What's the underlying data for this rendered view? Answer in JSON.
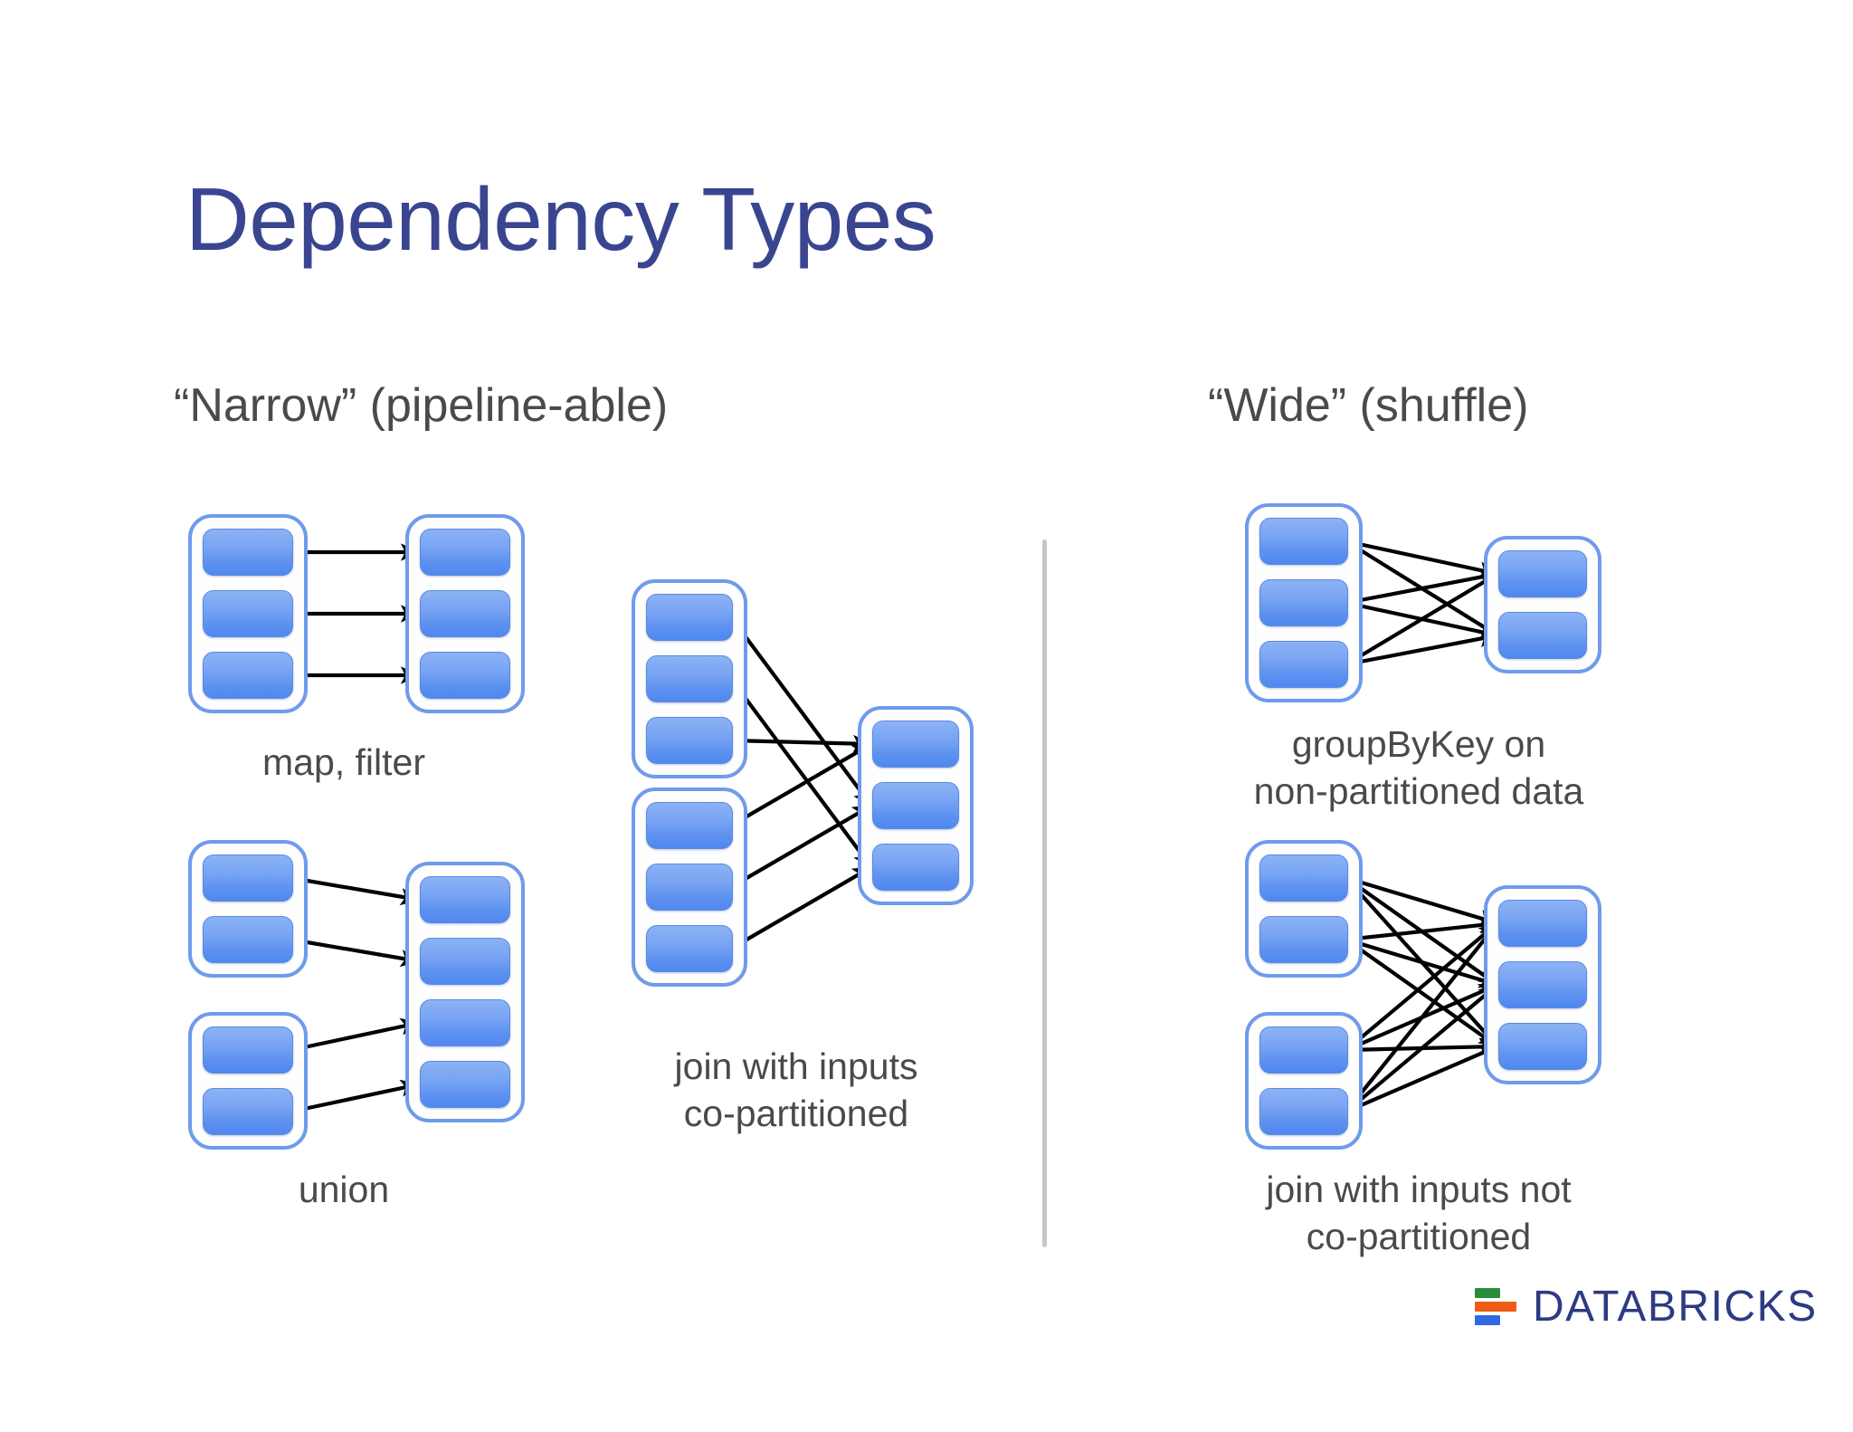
{
  "slide": {
    "title": "Dependency Types",
    "title_color": "#3a4590",
    "background_color": "#ffffff"
  },
  "columns": {
    "narrow": {
      "heading": "“Narrow” (pipeline-able)"
    },
    "wide": {
      "heading": "“Wide” (shuffle)"
    }
  },
  "palette": {
    "partition_fill_light": "#8db2f5",
    "partition_fill_dark": "#4f88ef",
    "partition_border": "#5b8ae4",
    "container_border": "#6f9bec",
    "arrow_color": "#000000",
    "caption_color": "#4a4a4c",
    "divider_color": "#c6c6ca"
  },
  "diagrams": [
    {
      "id": "map-filter",
      "caption": "map, filter",
      "column": "narrow",
      "source_groups": [
        3
      ],
      "target_groups": [
        3
      ],
      "edges": [
        [
          0,
          0
        ],
        [
          1,
          1
        ],
        [
          2,
          2
        ]
      ]
    },
    {
      "id": "union",
      "caption": "union",
      "column": "narrow",
      "source_groups": [
        2,
        2
      ],
      "target_groups": [
        4
      ],
      "edges": [
        [
          0,
          0
        ],
        [
          1,
          1
        ],
        [
          2,
          2
        ],
        [
          3,
          3
        ]
      ]
    },
    {
      "id": "join-co-partitioned",
      "caption": "join with inputs\nco-partitioned",
      "column": "narrow",
      "source_groups": [
        3,
        3
      ],
      "target_groups": [
        3
      ],
      "edges": [
        [
          0,
          1
        ],
        [
          1,
          2
        ],
        [
          2,
          0
        ],
        [
          3,
          0
        ],
        [
          4,
          1
        ],
        [
          5,
          2
        ]
      ]
    },
    {
      "id": "groupbykey",
      "caption": "groupByKey on\nnon-partitioned data",
      "column": "wide",
      "source_groups": [
        3
      ],
      "target_groups": [
        2
      ],
      "edges": [
        [
          0,
          0
        ],
        [
          0,
          1
        ],
        [
          1,
          0
        ],
        [
          1,
          1
        ],
        [
          2,
          0
        ],
        [
          2,
          1
        ]
      ]
    },
    {
      "id": "join-not-co-partitioned",
      "caption": "join with inputs not\nco-partitioned",
      "column": "wide",
      "source_groups": [
        2,
        2
      ],
      "target_groups": [
        3
      ],
      "edges": [
        [
          0,
          0
        ],
        [
          0,
          1
        ],
        [
          0,
          2
        ],
        [
          1,
          0
        ],
        [
          1,
          1
        ],
        [
          1,
          2
        ],
        [
          2,
          0
        ],
        [
          2,
          1
        ],
        [
          2,
          2
        ],
        [
          3,
          0
        ],
        [
          3,
          1
        ],
        [
          3,
          2
        ]
      ]
    }
  ],
  "logo": {
    "wordmark": "DATABRICKS",
    "wordmark_color": "#2e3a82",
    "bar_green": "#2a8c3a",
    "bar_orange": "#ef5c14",
    "bar_blue": "#2f6ae0"
  }
}
